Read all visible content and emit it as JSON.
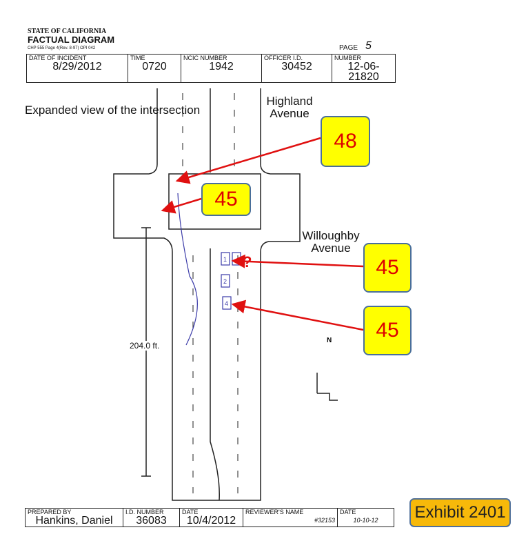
{
  "header": {
    "agency": "STATE OF CALIFORNIA",
    "title": "FACTUAL DIAGRAM",
    "form_id": "CHP 555 Page 4(Rev. 8-97) OPI 042",
    "page_label": "PAGE",
    "page_number": "5"
  },
  "top_fields": [
    {
      "label": "DATE OF INCIDENT",
      "value": "8/29/2012"
    },
    {
      "label": "TIME",
      "value": "0720"
    },
    {
      "label": "NCIC NUMBER",
      "value": "1942"
    },
    {
      "label": "OFFICER I.D.",
      "value": "30452"
    },
    {
      "label": "NUMBER",
      "value": "12-06-21820"
    }
  ],
  "diagram": {
    "note": "Expanded view of the intersection",
    "street_north": "Highland Avenue",
    "street_south": "Willoughby Avenue",
    "distance": "204.0 ft.",
    "north_label": "N",
    "question_mark": "?",
    "vehicle_labels": [
      "1",
      "2",
      "4"
    ]
  },
  "callouts": [
    "48",
    "45",
    "45",
    "45"
  ],
  "bottom_fields": [
    {
      "label": "PREPARED BY",
      "value": "Hankins, Daniel"
    },
    {
      "label": "I.D. NUMBER",
      "value": "36083"
    },
    {
      "label": "DATE",
      "value": "10/4/2012"
    },
    {
      "label": "REVIEWER'S NAME",
      "value": "#32153"
    },
    {
      "label": "DATE",
      "value": "10-10-12"
    }
  ],
  "exhibit": "Exhibit 2401",
  "colors": {
    "arrow": "#e01010",
    "callout_bg": "#ffff00",
    "exhibit_bg": "#f7b90a",
    "pen": "#3a3aa8"
  }
}
